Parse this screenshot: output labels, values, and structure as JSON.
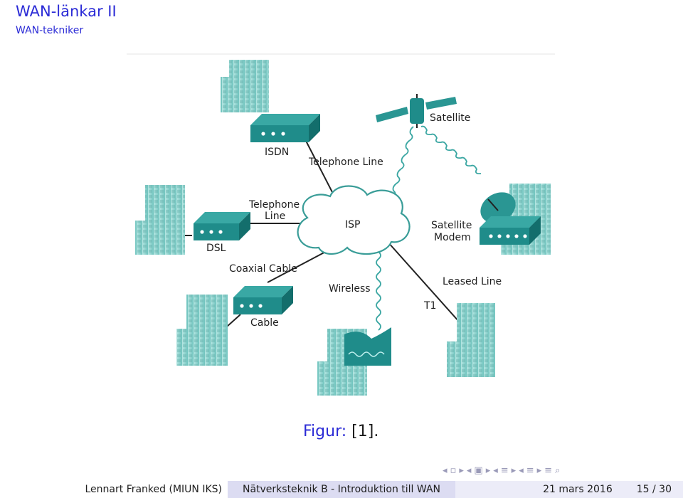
{
  "slide": {
    "title": "WAN-länkar II",
    "subtitle": "WAN-tekniker"
  },
  "diagram": {
    "labels": {
      "isdn": "ISDN",
      "telephone_line_top": "Telephone Line",
      "satellite": "Satellite",
      "telephone_line_left_1": "Telephone",
      "telephone_line_left_2": "Line",
      "isp": "ISP",
      "satellite_modem_1": "Satellite",
      "satellite_modem_2": "Modem",
      "dsl": "DSL",
      "coaxial_cable": "Coaxial Cable",
      "leased_line": "Leased Line",
      "wireless": "Wireless",
      "t1": "T1",
      "cable": "Cable"
    },
    "colors": {
      "device": "#1f8c8a",
      "building": "#8ed6d2",
      "cloud": "#ffffff",
      "link": "#222222"
    }
  },
  "caption": {
    "label": "Figur:",
    "cite": "[1]."
  },
  "navigation": {
    "icons": [
      "nav-left-icon",
      "frame-icon",
      "nav-right-icon",
      "nav-left-icon",
      "frame-multi-icon",
      "nav-right-icon",
      "nav-left-icon",
      "section-icon",
      "nav-right-icon",
      "nav-left-icon",
      "subsection-icon",
      "nav-right-icon",
      "align-icon",
      "search-icon"
    ]
  },
  "footer": {
    "author": "Lennart Franked  (MIUN IKS)",
    "course": "Nätverksteknik B - Introduktion till WAN",
    "date": "21 mars 2016",
    "page": "15 / 30"
  }
}
